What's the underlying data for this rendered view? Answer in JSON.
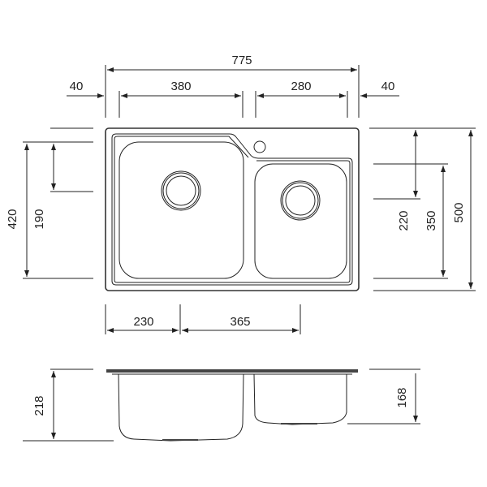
{
  "dimensions": {
    "overall_width": "775",
    "left_margin": "40",
    "left_bowl_width": "380",
    "right_bowl_width": "280",
    "right_margin": "40",
    "left_drain_offset": "230",
    "drain_spacing": "365",
    "left_bowl_length": "420",
    "left_drain_from_top": "190",
    "right_drain_from_top": "220",
    "right_bowl_length": "350",
    "overall_depth": "500",
    "left_bowl_depth": "218",
    "right_bowl_depth": "168"
  },
  "colors": {
    "line": "#222222",
    "background": "#ffffff"
  }
}
